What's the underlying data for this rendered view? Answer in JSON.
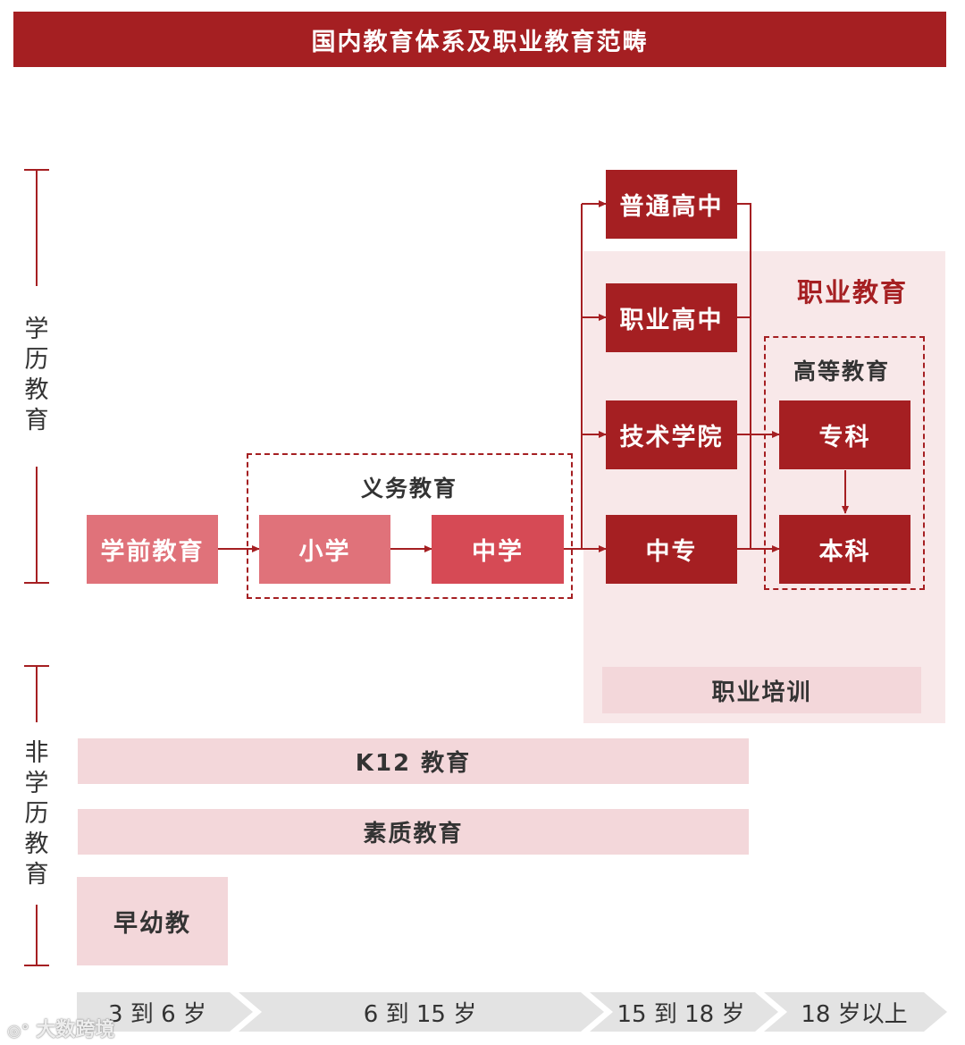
{
  "title": "国内教育体系及职业教育范畴",
  "left_labels": {
    "academic": "学历教育",
    "non_academic": "非学历教育"
  },
  "vocational": {
    "title": "职业教育",
    "higher_title": "高等教育",
    "training": "职业培训"
  },
  "compulsory_title": "义务教育",
  "nodes": {
    "preschool": "学前教育",
    "primary": "小学",
    "middle": "中学",
    "general_high": "普通高中",
    "vocational_high": "职业高中",
    "tech_college": "技术学院",
    "secondary_tech": "中专",
    "junior_college": "专科",
    "undergraduate": "本科"
  },
  "non_academic_items": {
    "k12": "K12 教育",
    "quality": "素质教育",
    "early": "早幼教"
  },
  "age_ranges": [
    "3 到 6 岁",
    "6 到 15 岁",
    "15 到 18 岁",
    "18 岁以上"
  ],
  "watermark": "大数跨境",
  "colors": {
    "dark_red": "#A51F22",
    "mid_red": "#D64A55",
    "light_red": "#E0727A",
    "pale_pink": "#F3D7DA",
    "panel_pink": "#F8E8E9",
    "age_gray": "#E3E3E3"
  }
}
